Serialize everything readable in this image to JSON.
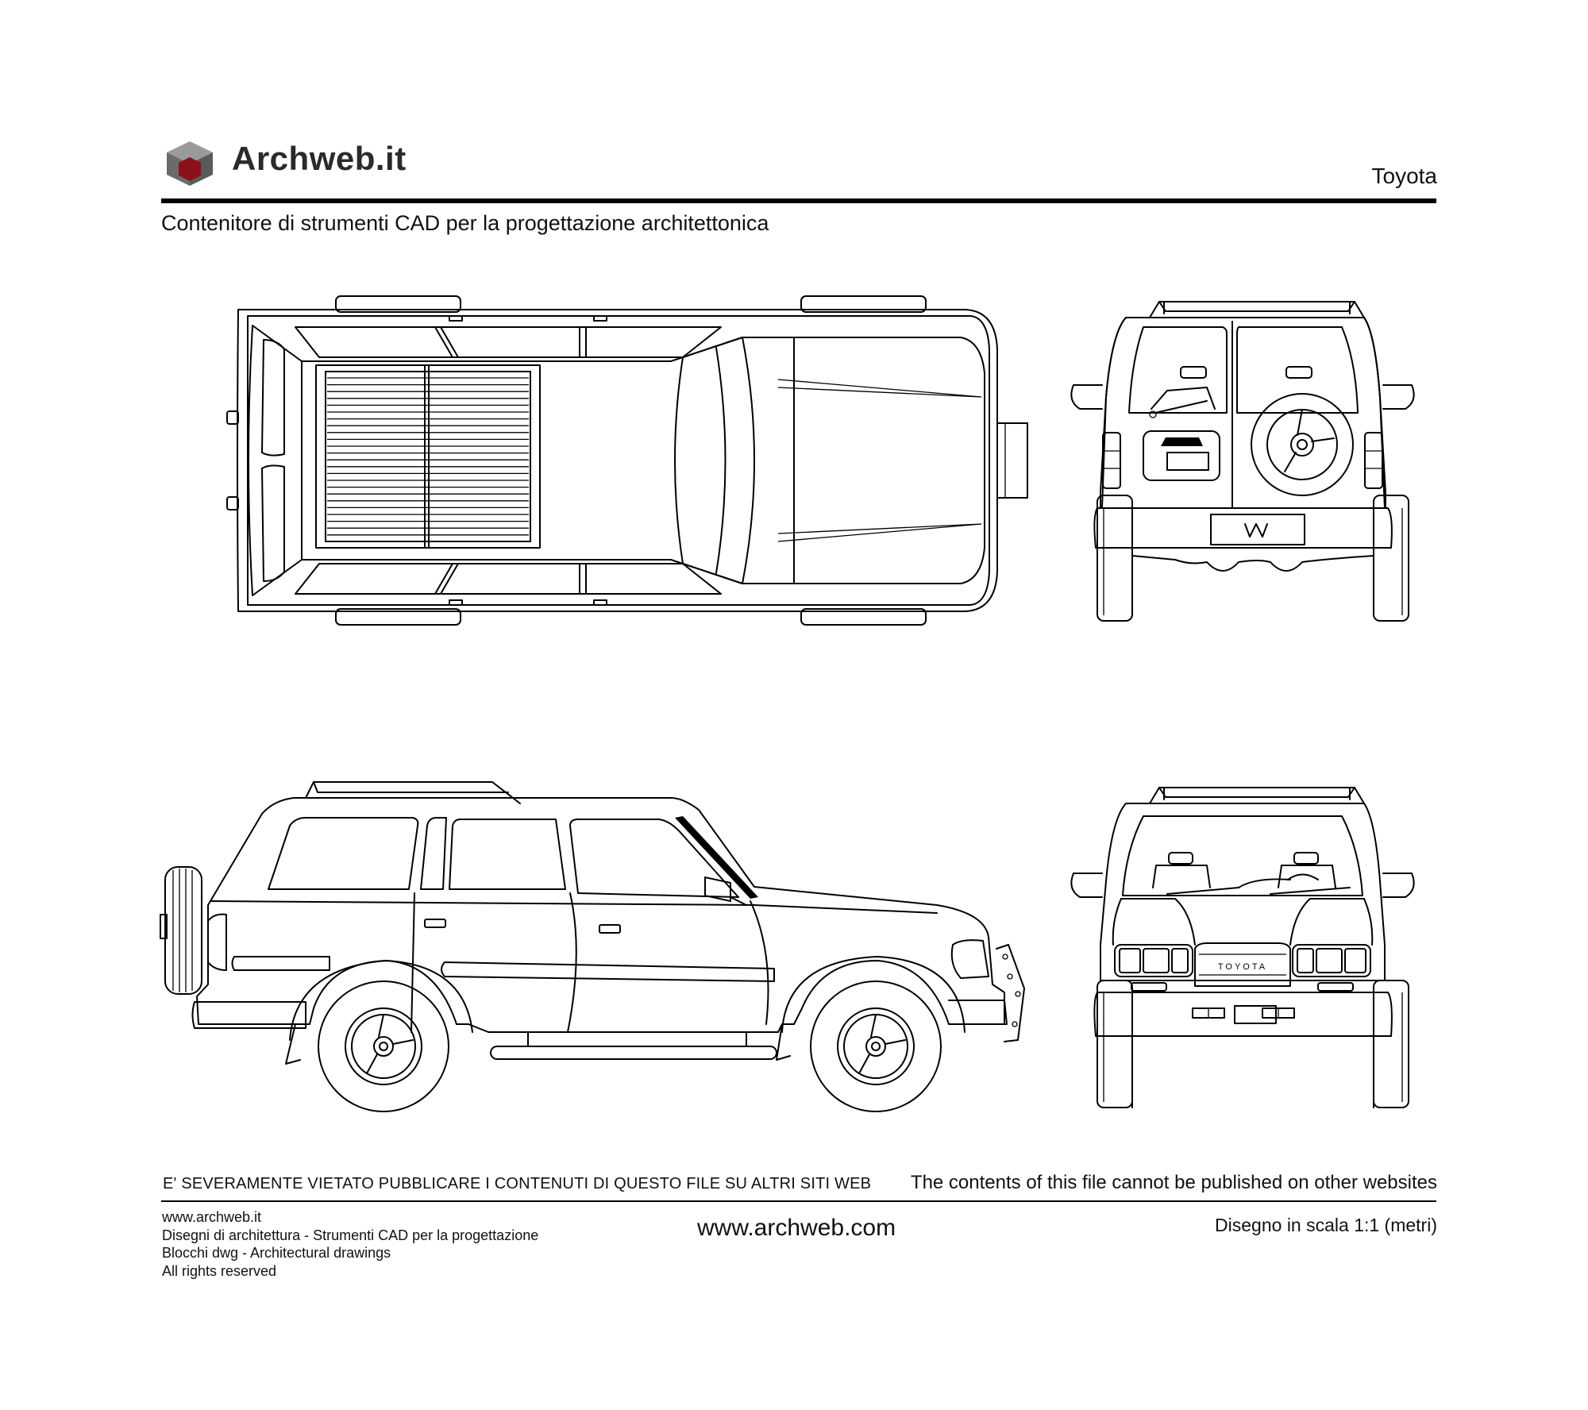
{
  "header": {
    "logo_text": "Archweb.it",
    "brand": "Toyota",
    "tagline": "Contenitore di strumenti CAD per la progettazione architettonica"
  },
  "drawing": {
    "grille_badge": "TOYOTA"
  },
  "footer": {
    "warning_it": "E' SEVERAMENTE VIETATO PUBBLICARE I CONTENUTI DI QUESTO FILE SU ALTRI SITI WEB",
    "warning_en": "The contents of this file cannot be published on other websites",
    "left_lines": [
      "www.archweb.it",
      "Disegni di architettura - Strumenti CAD  per la progettazione",
      "Blocchi dwg - Architectural drawings",
      "All rights reserved"
    ],
    "center_url": "www.archweb.com",
    "scale": "Disegno in scala 1:1 (metri)"
  },
  "colors": {
    "logo_top": "#9a9a9a",
    "logo_left": "#6b6b6b",
    "logo_right": "#5a5a5a",
    "logo_core": "#8b1118",
    "ink": "#000000"
  }
}
